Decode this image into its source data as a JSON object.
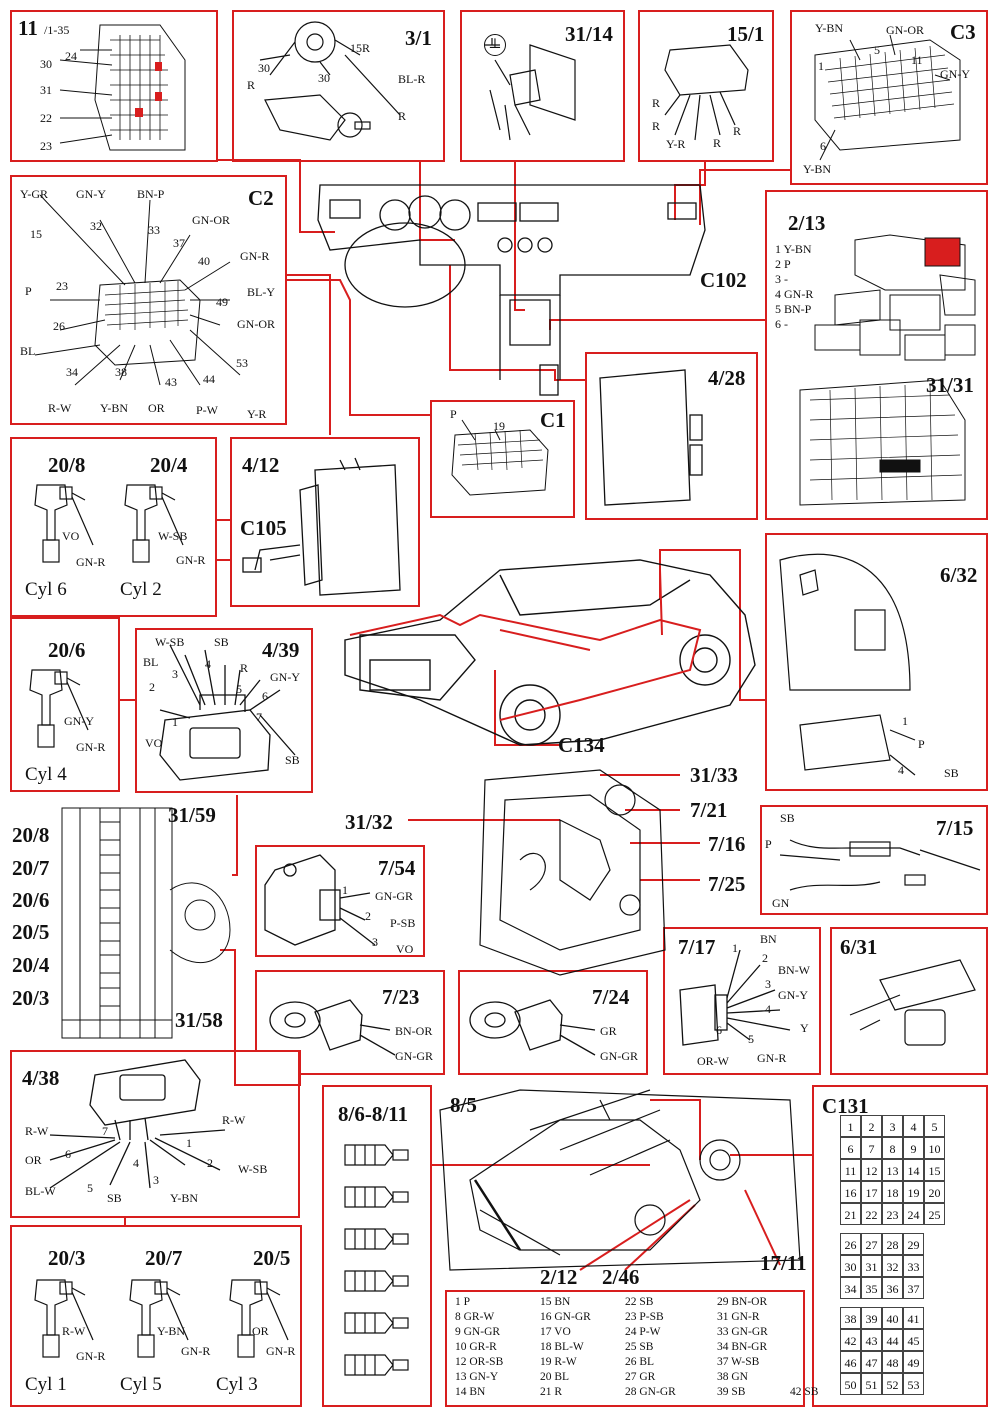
{
  "panels": {
    "p11": {
      "title": "11",
      "sub": "/1-35",
      "l24": "24",
      "l30": "30",
      "l31": "31",
      "l22": "22",
      "l23": "23"
    },
    "p31": {
      "title": "3/1",
      "l15r": "15R",
      "l30a": "30",
      "l30b": "30",
      "lblr": "BL-R",
      "lr1": "R",
      "lr2": "R"
    },
    "p3114": {
      "title": "31/14"
    },
    "p151": {
      "title": "15/1",
      "r1": "R",
      "r2": "R",
      "r3": "R",
      "r4": "R",
      "yr": "Y-R"
    },
    "c3": {
      "title": "C3",
      "ybn1": "Y-BN",
      "gnor": "GN-OR",
      "n1": "1",
      "n5": "5",
      "n11": "11",
      "n6": "6",
      "gny": "GN-Y",
      "ybn2": "Y-BN"
    },
    "c2": {
      "title": "C2",
      "ygr": "Y-GR",
      "gny": "GN-Y",
      "bnp": "BN-P",
      "gnor1": "GN-OR",
      "n15": "15",
      "n32": "32",
      "n33": "33",
      "n37": "37",
      "n40": "40",
      "gnr": "GN-R",
      "p": "P",
      "n23": "23",
      "bly": "BL-Y",
      "n49": "49",
      "gnor2": "GN-OR",
      "n26": "26",
      "bl": "BL",
      "n53": "53",
      "n34": "34",
      "n38": "38",
      "n43": "43",
      "n44": "44",
      "rw": "R-W",
      "ybn": "Y-BN",
      "or": "OR",
      "pw": "P-W",
      "yr": "Y-R"
    },
    "c102": "C102",
    "p213": {
      "title": "2/13",
      "lines": [
        "1 Y-BN",
        "2 P",
        "3 -",
        "4 GN-R",
        "5 BN-P",
        "6 -"
      ]
    },
    "p3131": {
      "title": "31/31"
    },
    "p428": {
      "title": "4/28"
    },
    "c1": {
      "title": "C1",
      "p": "P",
      "n19": "19"
    },
    "p412": {
      "title": "4/12",
      "c105": "C105"
    },
    "p208a": {
      "title": "20/8",
      "vo": "VO",
      "gnr": "GN-R",
      "cyl": "Cyl 6"
    },
    "p204a": {
      "title": "20/4",
      "wsb": "W-SB",
      "gnr": "GN-R",
      "cyl": "Cyl 2"
    },
    "p206a": {
      "title": "20/6",
      "gny": "GN-Y",
      "gnr": "GN-R",
      "cyl": "Cyl 4"
    },
    "p439": {
      "title": "4/39",
      "wsb": "W-SB",
      "sb": "SB",
      "bl": "BL",
      "n3": "3",
      "n4": "4",
      "r": "R",
      "n2": "2",
      "n5": "5",
      "gny": "GN-Y",
      "n6": "6",
      "n1": "1",
      "n7": "7",
      "vo": "VO",
      "sb2": "SB"
    },
    "p632": {
      "title": "6/32",
      "n1": "1",
      "p": "P",
      "n4": "4",
      "sb": "SB"
    },
    "c134": "C134",
    "engine": {
      "l3133": "31/33",
      "l721": "7/21",
      "l3132": "31/32",
      "l716": "7/16",
      "l725": "7/25"
    },
    "p715": {
      "title": "7/15",
      "sb": "SB",
      "p": "P",
      "gn": "GN"
    },
    "p3159": {
      "title": "31/59",
      "l3158": "31/58",
      "labels": [
        "20/8",
        "20/7",
        "20/6",
        "20/5",
        "20/4",
        "20/3"
      ]
    },
    "p754": {
      "title": "7/54",
      "n1": "1",
      "gngr": "GN-GR",
      "n2": "2",
      "psb": "P-SB",
      "n3": "3",
      "vo": "VO"
    },
    "p723": {
      "title": "7/23",
      "bnor": "BN-OR",
      "gngr": "GN-GR"
    },
    "p724": {
      "title": "7/24",
      "gr": "GR",
      "gngr": "GN-GR"
    },
    "p717": {
      "title": "7/17",
      "n1": "1",
      "bn": "BN",
      "n2": "2",
      "bnw": "BN-W",
      "n3": "3",
      "gny": "GN-Y",
      "n4": "4",
      "y": "Y",
      "n6": "6",
      "n5": "5",
      "orw": "OR-W",
      "gnr": "GN-R"
    },
    "p631": {
      "title": "6/31"
    },
    "p438": {
      "title": "4/38",
      "rw1": "R-W",
      "n7": "7",
      "rw2": "R-W",
      "or": "OR",
      "n6": "6",
      "n1": "1",
      "n4": "4",
      "n2": "2",
      "wsb": "W-SB",
      "n3": "3",
      "blw": "BL-W",
      "n5": "5",
      "sb": "SB",
      "ybn": "Y-BN"
    },
    "p86": {
      "title": "8/6-8/11"
    },
    "p85": {
      "title": "8/5",
      "l212": "2/12",
      "l246": "2/46",
      "l1711": "17/11"
    },
    "c131": {
      "title": "C131",
      "rows": [
        [
          "1",
          "2",
          "3",
          "4",
          "5"
        ],
        [
          "6",
          "7",
          "8",
          "9",
          "10"
        ],
        [
          "11",
          "12",
          "13",
          "14",
          "15"
        ],
        [
          "16",
          "17",
          "18",
          "19",
          "20"
        ],
        [
          "21",
          "22",
          "23",
          "24",
          "25"
        ],
        [
          "26",
          "27",
          "28",
          "29"
        ],
        [
          "30",
          "31",
          "32",
          "33"
        ],
        [
          "34",
          "35",
          "36",
          "37"
        ],
        [
          "38",
          "39",
          "40",
          "41"
        ],
        [
          "42",
          "43",
          "44",
          "45"
        ],
        [
          "46",
          "47",
          "48",
          "49"
        ],
        [
          "50",
          "51",
          "52",
          "53"
        ]
      ]
    },
    "bottom": {
      "p203": {
        "title": "20/3",
        "rw": "R-W",
        "gnr": "GN-R",
        "cyl": "Cyl 1"
      },
      "p207": {
        "title": "20/7",
        "ybn": "Y-BN",
        "gnr": "GN-R",
        "cyl": "Cyl 5"
      },
      "p205": {
        "title": "20/5",
        "or": "OR",
        "gnr": "GN-R",
        "cyl": "Cyl 3"
      }
    },
    "legend": {
      "col1": [
        "1  P",
        "8  GR-W",
        "9  GN-GR",
        "10  GR-R",
        "12  OR-SB",
        "13  GN-Y",
        "14  BN"
      ],
      "col2": [
        "15  BN",
        "16  GN-GR",
        "17  VO",
        "18  BL-W",
        "19  R-W",
        "20  BL",
        "21  R"
      ],
      "col3": [
        "22  SB",
        "23  P-SB",
        "24  P-W",
        "25  SB",
        "26  BL",
        "27  GR",
        "28  GN-GR"
      ],
      "col4": [
        "29  BN-OR",
        "31  GN-R",
        "33  GN-GR",
        "34  BN-GR",
        "37  W-SB",
        "38  GN",
        "39  SB"
      ],
      "extra": "42  SB"
    }
  },
  "colors": {
    "frame": "#d81e1e",
    "ink": "#111111"
  }
}
